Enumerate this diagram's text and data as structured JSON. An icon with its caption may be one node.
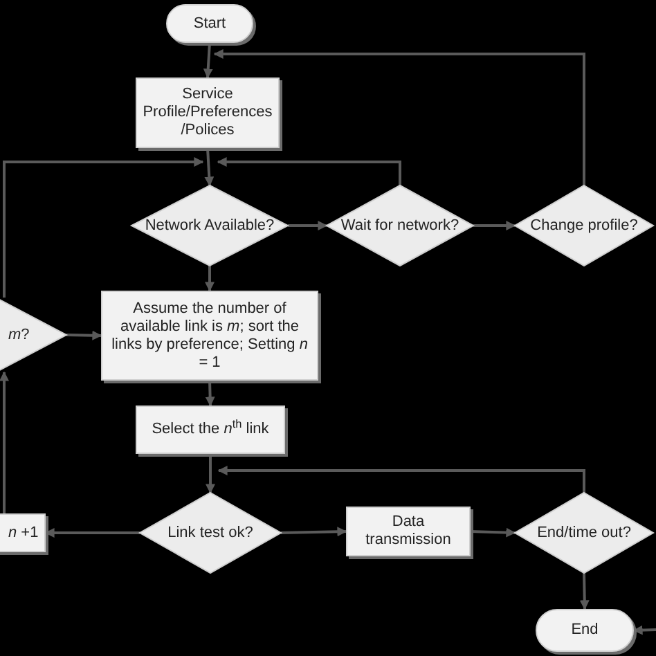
{
  "diagram": {
    "nodes": [
      {
        "text": [
          "Start"
        ]
      },
      {
        "text": [
          "Service Profile/Preferences /Polices"
        ]
      },
      {
        "text": [
          "Network Available?"
        ]
      },
      {
        "text": [
          "Wait for network?"
        ]
      },
      {
        "text": [
          "Change profile?"
        ]
      },
      {
        "text": [
          "Assume the number of available link is *m*; sort the links by preference; Setting *n* = 1"
        ]
      },
      {
        "text": [
          "*m*?"
        ]
      },
      {
        "text": [
          "Select the *n*$^{th}$ link"
        ]
      },
      {
        "text": [
          "Link test ok?"
        ]
      },
      {
        "text": [
          "*n* +1"
        ]
      },
      {
        "text": [
          "Data transmission"
        ]
      },
      {
        "text": [
          "End/time out?"
        ]
      },
      {
        "text": [
          "End"
        ]
      }
    ],
    "edges": [
      {
        "from": 0,
        "to": 1,
        "arrow": "to"
      },
      {
        "from": 1,
        "to": 2,
        "arrow": "to"
      },
      {
        "from": 2,
        "to": 3,
        "arrow": "to"
      },
      {
        "from": 3,
        "to": 4,
        "arrow": "to"
      },
      {
        "from": 4,
        "to": 1,
        "arrow": "to"
      },
      {
        "from": 3,
        "to": 2,
        "arrow": "to"
      },
      {
        "from": 2,
        "to": 5,
        "arrow": "to"
      },
      {
        "from": 6,
        "to": 5,
        "arrow": "to"
      },
      {
        "from": 5,
        "to": 7,
        "arrow": "to"
      },
      {
        "from": 7,
        "to": 8,
        "arrow": "to"
      },
      {
        "from": 8,
        "to": 9,
        "arrow": "to"
      },
      {
        "from": 9,
        "to": 6,
        "arrow": "to"
      },
      {
        "from": 8,
        "to": 10,
        "arrow": "to"
      },
      {
        "from": 10,
        "to": 11,
        "arrow": "to"
      },
      {
        "from": 11,
        "to": 8,
        "arrow": "to"
      },
      {
        "from": 11,
        "to": 12,
        "arrow": "to"
      },
      {
        "from": null,
        "to": 12,
        "arrow": "to"
      },
      {
        "from": 6,
        "to": 2,
        "arrow": "to"
      }
    ]
  }
}
